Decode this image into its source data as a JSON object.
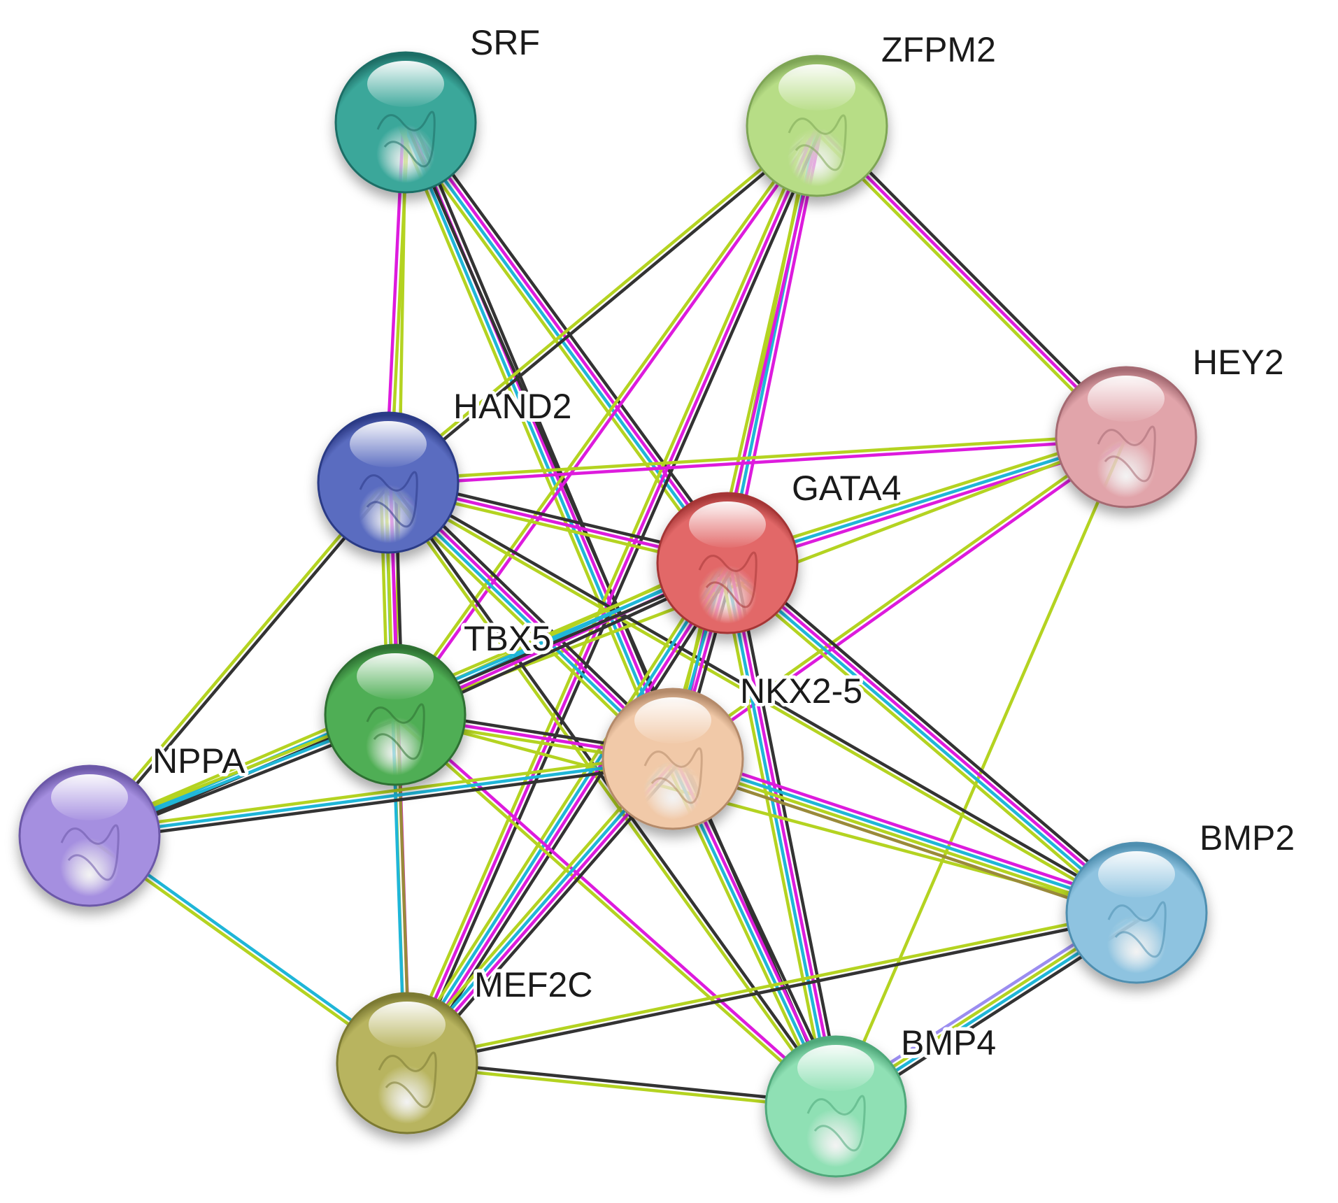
{
  "nodes": [
    {
      "id": "SRF",
      "label": "SRF",
      "color": "#3aa79a",
      "dark": "#1f6e66"
    },
    {
      "id": "ZFPM2",
      "label": "ZFPM2",
      "color": "#b7dd86",
      "dark": "#7ea555"
    },
    {
      "id": "HEY2",
      "label": "HEY2",
      "color": "#e1a4aa",
      "dark": "#a56a72"
    },
    {
      "id": "HAND2",
      "label": "HAND2",
      "color": "#5a6cc0",
      "dark": "#2c3a86"
    },
    {
      "id": "GATA4",
      "label": "GATA4",
      "color": "#e26868",
      "dark": "#a53636"
    },
    {
      "id": "TBX5",
      "label": "TBX5",
      "color": "#4fae54",
      "dark": "#2d7032"
    },
    {
      "id": "NKX2-5",
      "label": "NKX2-5",
      "color": "#f1c9a8",
      "dark": "#b48a6a"
    },
    {
      "id": "NPPA",
      "label": "NPPA",
      "color": "#a58fe0",
      "dark": "#6c58a8"
    },
    {
      "id": "BMP2",
      "label": "BMP2",
      "color": "#8ec3e0",
      "dark": "#4f8fb0"
    },
    {
      "id": "MEF2C",
      "label": "MEF2C",
      "color": "#b8b45e",
      "dark": "#7c7a33"
    },
    {
      "id": "BMP4",
      "label": "BMP4",
      "color": "#8fe0b4",
      "dark": "#4fa87a"
    }
  ],
  "edges": [
    {
      "source": "SRF",
      "target": "HAND2",
      "evidence": [
        "yellow-green",
        "magenta"
      ]
    },
    {
      "source": "SRF",
      "target": "GATA4",
      "evidence": [
        "dark-gray",
        "magenta",
        "cyan",
        "yellow-green"
      ]
    },
    {
      "source": "SRF",
      "target": "NKX2-5",
      "evidence": [
        "dark-gray",
        "magenta",
        "cyan",
        "yellow-green"
      ]
    },
    {
      "source": "SRF",
      "target": "TBX5",
      "evidence": [
        "yellow-green"
      ]
    },
    {
      "source": "SRF",
      "target": "BMP4",
      "evidence": [
        "dark-gray"
      ]
    },
    {
      "source": "ZFPM2",
      "target": "HEY2",
      "evidence": [
        "dark-gray",
        "magenta",
        "yellow-green"
      ]
    },
    {
      "source": "ZFPM2",
      "target": "HAND2",
      "evidence": [
        "dark-gray",
        "yellow-green"
      ]
    },
    {
      "source": "ZFPM2",
      "target": "GATA4",
      "evidence": [
        "magenta",
        "cyan",
        "yellow-green"
      ]
    },
    {
      "source": "ZFPM2",
      "target": "TBX5",
      "evidence": [
        "magenta",
        "yellow-green"
      ]
    },
    {
      "source": "ZFPM2",
      "target": "NKX2-5",
      "evidence": [
        "magenta",
        "yellow-green"
      ]
    },
    {
      "source": "ZFPM2",
      "target": "MEF2C",
      "evidence": [
        "dark-gray",
        "magenta",
        "yellow-green"
      ]
    },
    {
      "source": "HEY2",
      "target": "HAND2",
      "evidence": [
        "magenta",
        "yellow-green"
      ]
    },
    {
      "source": "HEY2",
      "target": "GATA4",
      "evidence": [
        "magenta",
        "cyan",
        "yellow-green"
      ]
    },
    {
      "source": "HEY2",
      "target": "TBX5",
      "evidence": [
        "yellow-green"
      ]
    },
    {
      "source": "HEY2",
      "target": "NKX2-5",
      "evidence": [
        "magenta",
        "yellow-green"
      ]
    },
    {
      "source": "HEY2",
      "target": "BMP4",
      "evidence": [
        "yellow-green"
      ]
    },
    {
      "source": "HAND2",
      "target": "GATA4",
      "evidence": [
        "dark-gray",
        "magenta",
        "yellow-green"
      ]
    },
    {
      "source": "HAND2",
      "target": "TBX5",
      "evidence": [
        "dark-gray",
        "magenta",
        "cyan",
        "yellow-green"
      ]
    },
    {
      "source": "HAND2",
      "target": "NKX2-5",
      "evidence": [
        "dark-gray",
        "magenta",
        "cyan",
        "yellow-green"
      ]
    },
    {
      "source": "HAND2",
      "target": "NPPA",
      "evidence": [
        "dark-gray",
        "yellow-green"
      ]
    },
    {
      "source": "HAND2",
      "target": "BMP2",
      "evidence": [
        "dark-gray",
        "yellow-green"
      ]
    },
    {
      "source": "HAND2",
      "target": "BMP4",
      "evidence": [
        "dark-gray",
        "yellow-green"
      ]
    },
    {
      "source": "HAND2",
      "target": "MEF2C",
      "evidence": [
        "magenta",
        "yellow-green"
      ]
    },
    {
      "source": "GATA4",
      "target": "TBX5",
      "evidence": [
        "dark-gray",
        "magenta",
        "cyan",
        "yellow-green"
      ]
    },
    {
      "source": "GATA4",
      "target": "NKX2-5",
      "evidence": [
        "dark-gray",
        "magenta",
        "cyan",
        "yellow-green"
      ]
    },
    {
      "source": "GATA4",
      "target": "NPPA",
      "evidence": [
        "dark-gray",
        "cyan",
        "yellow-green"
      ]
    },
    {
      "source": "GATA4",
      "target": "BMP2",
      "evidence": [
        "dark-gray",
        "magenta",
        "cyan",
        "yellow-green"
      ]
    },
    {
      "source": "GATA4",
      "target": "BMP4",
      "evidence": [
        "dark-gray",
        "magenta",
        "cyan",
        "yellow-green"
      ]
    },
    {
      "source": "GATA4",
      "target": "MEF2C",
      "evidence": [
        "dark-gray",
        "magenta",
        "cyan",
        "yellow-green"
      ]
    },
    {
      "source": "TBX5",
      "target": "NKX2-5",
      "evidence": [
        "dark-gray",
        "magenta",
        "yellow-green"
      ]
    },
    {
      "source": "TBX5",
      "target": "NPPA",
      "evidence": [
        "dark-gray",
        "cyan",
        "yellow-green"
      ]
    },
    {
      "source": "TBX5",
      "target": "MEF2C",
      "evidence": [
        "olive",
        "cyan"
      ]
    },
    {
      "source": "TBX5",
      "target": "BMP4",
      "evidence": [
        "magenta",
        "yellow-green"
      ]
    },
    {
      "source": "TBX5",
      "target": "BMP2",
      "evidence": [
        "yellow-green"
      ]
    },
    {
      "source": "NKX2-5",
      "target": "NPPA",
      "evidence": [
        "dark-gray",
        "cyan",
        "yellow-green"
      ]
    },
    {
      "source": "NKX2-5",
      "target": "BMP2",
      "evidence": [
        "magenta",
        "cyan",
        "yellow-green",
        "olive"
      ]
    },
    {
      "source": "NKX2-5",
      "target": "BMP4",
      "evidence": [
        "dark-gray",
        "magenta",
        "cyan",
        "yellow-green"
      ]
    },
    {
      "source": "NKX2-5",
      "target": "MEF2C",
      "evidence": [
        "dark-gray",
        "magenta",
        "cyan",
        "yellow-green"
      ]
    },
    {
      "source": "NPPA",
      "target": "MEF2C",
      "evidence": [
        "cyan",
        "yellow-green"
      ]
    },
    {
      "source": "BMP2",
      "target": "MEF2C",
      "evidence": [
        "dark-gray",
        "yellow-green"
      ]
    },
    {
      "source": "BMP2",
      "target": "BMP4",
      "evidence": [
        "dark-gray",
        "cyan",
        "yellow-green",
        "lavender"
      ]
    },
    {
      "source": "MEF2C",
      "target": "BMP4",
      "evidence": [
        "dark-gray",
        "yellow-green"
      ]
    }
  ],
  "evidence_colors": {
    "dark-gray": "#333333",
    "magenta": "#dd1bdd",
    "cyan": "#1fb6d8",
    "yellow-green": "#b4d321",
    "olive": "#9a8a3a",
    "lavender": "#9b8df0"
  }
}
